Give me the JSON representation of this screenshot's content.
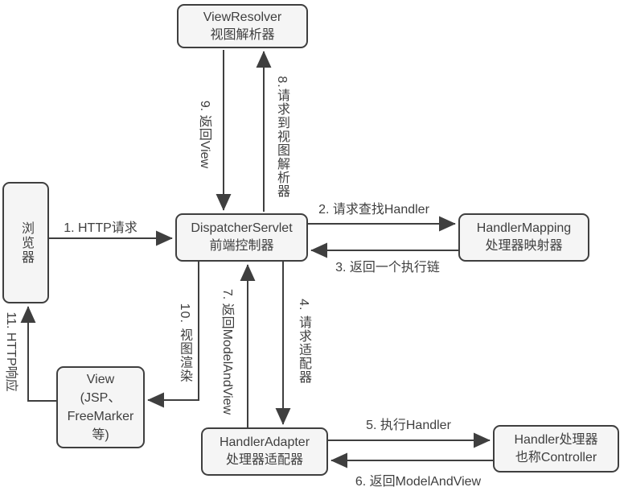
{
  "diagram": {
    "title_hint": "Spring MVC request flow",
    "colors": {
      "background": "#ffffff",
      "box_fill": "#f5f5f5",
      "stroke": "#3f3f3f",
      "text": "#3f3f3f"
    },
    "boxes": {
      "browser": {
        "text": "浏览器"
      },
      "view_resolver": {
        "line1": "ViewResolver",
        "line2": "视图解析器"
      },
      "dispatcher": {
        "line1": "DispatcherServlet",
        "line2": "前端控制器"
      },
      "handler_mapping": {
        "line1": "HandlerMapping",
        "line2": "处理器映射器"
      },
      "view": {
        "line1": "View",
        "line2": "(JSP、",
        "line3": "FreeMarker",
        "line4": "等)"
      },
      "handler_adapter": {
        "line1": "HandlerAdapter",
        "line2": "处理器适配器"
      },
      "handler": {
        "line1": "Handler处理器",
        "line2": "也称Controller"
      }
    },
    "edges": {
      "e1": "1. HTTP请求",
      "e2": "2. 请求查找Handler",
      "e3": "3. 返回一个执行链",
      "e4": "4. 请求适配器",
      "e5": "5. 执行Handler",
      "e6": "6. 返回ModelAndView",
      "e7": "7. 返回ModelAndView",
      "e8": "8.请求到视图解析器",
      "e9": "9. 返回View",
      "e10": "10. 视图渲染",
      "e11": "11. HTTP响应"
    }
  }
}
